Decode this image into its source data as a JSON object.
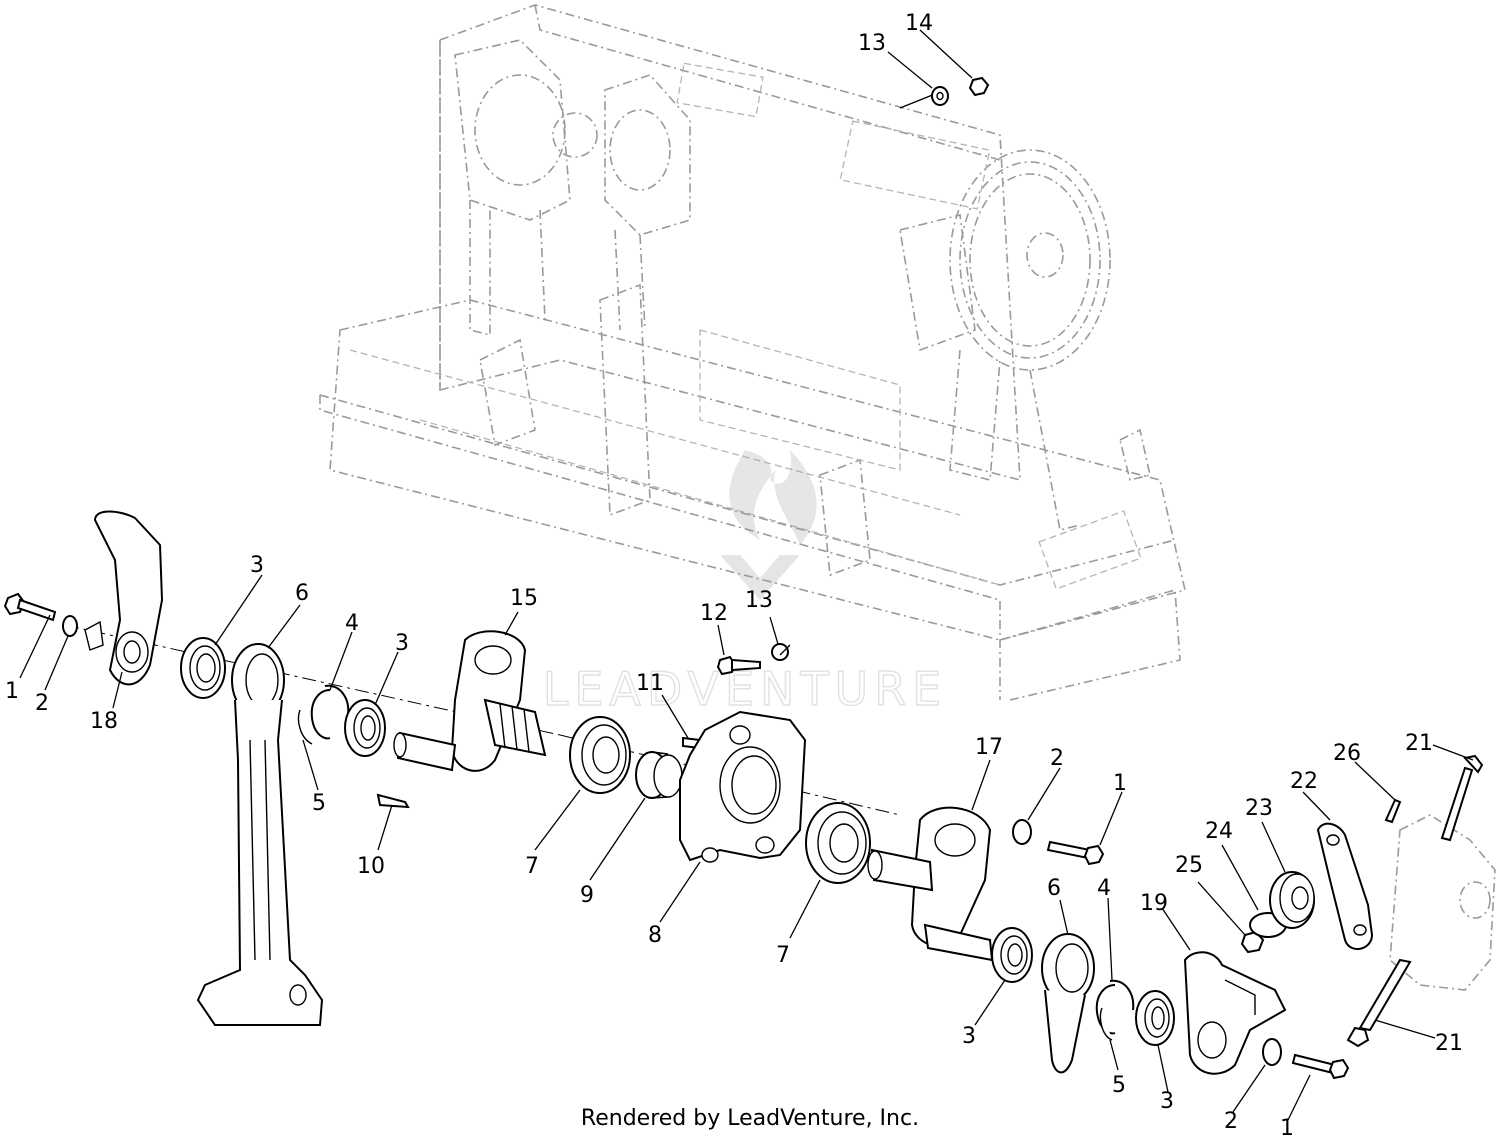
{
  "diagram": {
    "callouts": [
      {
        "id": "c14a",
        "label": "14"
      },
      {
        "id": "c13a",
        "label": "13"
      },
      {
        "id": "c3a",
        "label": "3"
      },
      {
        "id": "c6a",
        "label": "6"
      },
      {
        "id": "c15",
        "label": "15"
      },
      {
        "id": "c12",
        "label": "12"
      },
      {
        "id": "c13b",
        "label": "13"
      },
      {
        "id": "c4a",
        "label": "4"
      },
      {
        "id": "c3b",
        "label": "3"
      },
      {
        "id": "c11",
        "label": "11"
      },
      {
        "id": "c1a",
        "label": "1"
      },
      {
        "id": "c2a",
        "label": "2"
      },
      {
        "id": "c18",
        "label": "18"
      },
      {
        "id": "c5a",
        "label": "5"
      },
      {
        "id": "c10",
        "label": "10"
      },
      {
        "id": "c7a",
        "label": "7"
      },
      {
        "id": "c9",
        "label": "9"
      },
      {
        "id": "c8",
        "label": "8"
      },
      {
        "id": "c7b",
        "label": "7"
      },
      {
        "id": "c17",
        "label": "17"
      },
      {
        "id": "c2b",
        "label": "2"
      },
      {
        "id": "c1b",
        "label": "1"
      },
      {
        "id": "c21a",
        "label": "21"
      },
      {
        "id": "c26",
        "label": "26"
      },
      {
        "id": "c22",
        "label": "22"
      },
      {
        "id": "c23",
        "label": "23"
      },
      {
        "id": "c24",
        "label": "24"
      },
      {
        "id": "c25",
        "label": "25"
      },
      {
        "id": "c19",
        "label": "19"
      },
      {
        "id": "c6b",
        "label": "6"
      },
      {
        "id": "c4b",
        "label": "4"
      },
      {
        "id": "c3c",
        "label": "3"
      },
      {
        "id": "c21b",
        "label": "21"
      },
      {
        "id": "c5b",
        "label": "5"
      },
      {
        "id": "c3d",
        "label": "3"
      },
      {
        "id": "c2c",
        "label": "2"
      },
      {
        "id": "c1c",
        "label": "1"
      }
    ]
  },
  "footer": {
    "text": "Rendered by LeadVenture, Inc."
  },
  "watermark": {
    "text": "LEADVENTURE"
  }
}
